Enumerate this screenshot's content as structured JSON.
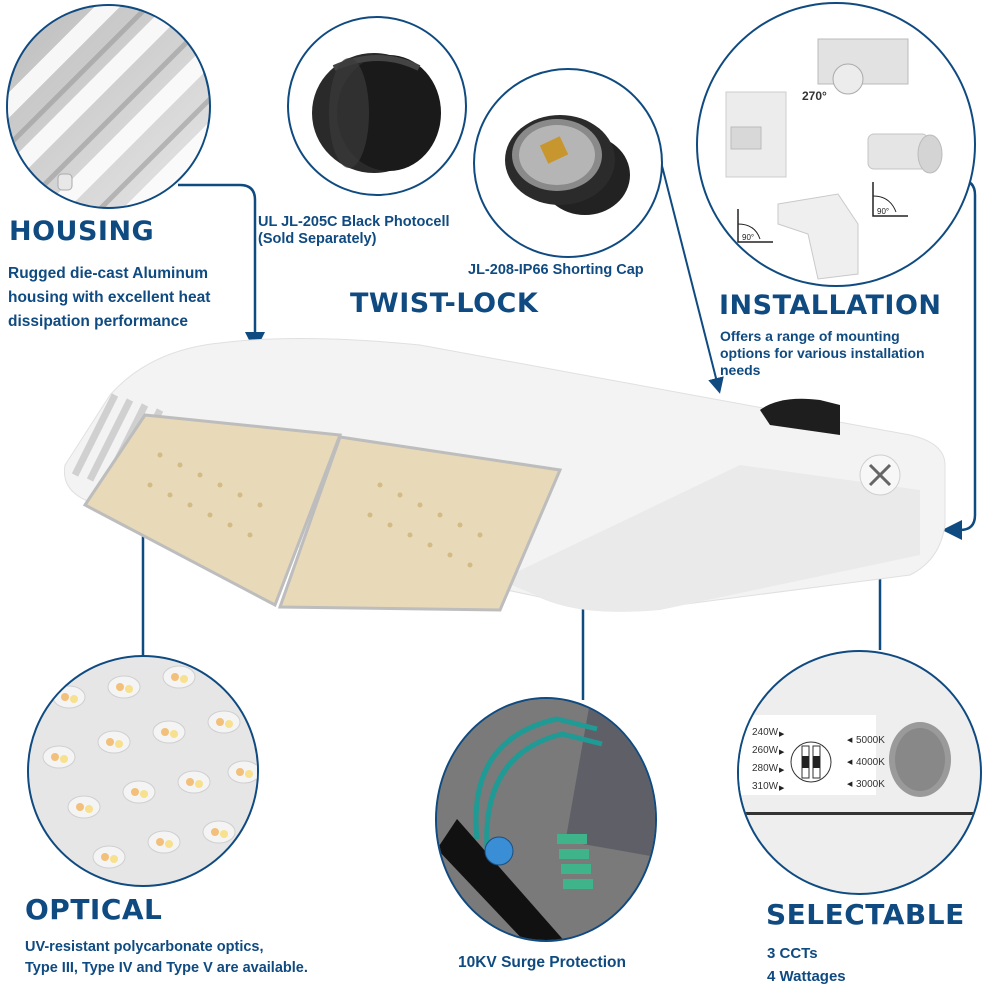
{
  "colors": {
    "brand_navy": "#0f4a80",
    "background": "#ffffff",
    "fixture_white": "#f2f2f2",
    "led_warm": "#e8d2a4",
    "wire_teal": "#1f9a94"
  },
  "housing": {
    "heading": "HOUSING",
    "description_lines": [
      "Rugged die-cast Aluminum",
      "housing with excellent heat",
      "dissipation performance"
    ],
    "image": "heat-sink-fins-closeup"
  },
  "twist_lock": {
    "heading": "TWIST-LOCK",
    "photocell": {
      "label_lines": [
        "UL JL-205C Black Photocell",
        "(Sold Separately)"
      ],
      "image": "black-photocell"
    },
    "shorting_cap": {
      "label": "JL-208-IP66 Shorting Cap",
      "image": "shorting-cap"
    }
  },
  "installation": {
    "heading": "INSTALLATION",
    "description_lines": [
      "Offers a range of mounting",
      "options for various installation",
      "needs"
    ],
    "image": "mounting-brackets",
    "angle_labels": [
      "270°",
      "90°",
      "90°"
    ]
  },
  "optical": {
    "heading": "OPTICAL",
    "description_lines": [
      "UV-resistant polycarbonate optics,",
      "Type III, Type IV and Type V are available."
    ],
    "image": "led-lens-array-closeup"
  },
  "surge": {
    "label": "10KV Surge Protection",
    "image": "surge-protector-wiring"
  },
  "selectable": {
    "heading": "SELECTABLE",
    "features": [
      "3 CCTs",
      "4 Wattages"
    ],
    "wattages": [
      "240W",
      "260W",
      "280W",
      "310W"
    ],
    "ccts": [
      "5000K",
      "4000K",
      "3000K"
    ],
    "image": "dip-switch-panel"
  }
}
